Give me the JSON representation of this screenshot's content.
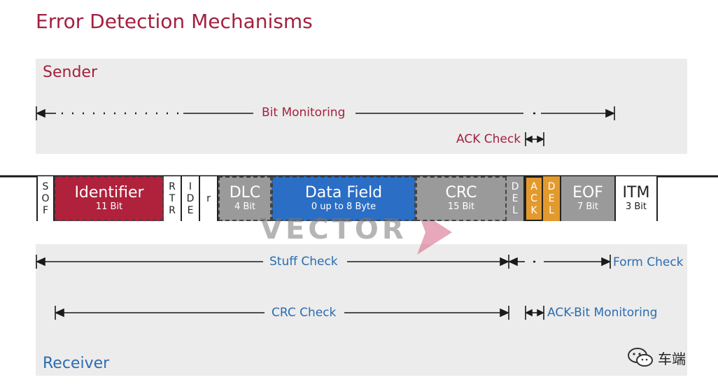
{
  "title": "Error Detection Mechanisms",
  "sender": {
    "label": "Sender",
    "bit_monitoring": "Bit Monitoring",
    "ack_check": "ACK Check"
  },
  "frame": {
    "sof": [
      "S",
      "O",
      "F"
    ],
    "identifier": {
      "name": "Identifier",
      "sub": "11 Bit"
    },
    "rtr": [
      "R",
      "T",
      "R"
    ],
    "ide": [
      "I",
      "D",
      "E"
    ],
    "r": "r",
    "dlc": {
      "name": "DLC",
      "sub": "4 Bit"
    },
    "data_field": {
      "name": "Data Field",
      "sub": "0 up to 8 Byte"
    },
    "crc": {
      "name": "CRC",
      "sub": "15 Bit"
    },
    "del1": [
      "D",
      "E",
      "L"
    ],
    "ack": [
      "A",
      "C",
      "K"
    ],
    "del2": [
      "D",
      "E",
      "L"
    ],
    "eof": {
      "name": "EOF",
      "sub": "7 Bit"
    },
    "itm": {
      "name": "ITM",
      "sub": "3 Bit"
    }
  },
  "watermark": "VECTOR",
  "receiver": {
    "label": "Receiver",
    "stuff_check": "Stuff Check",
    "form_check": "Form Check",
    "crc_check": "CRC Check",
    "ack_bit_monitoring": "ACK-Bit Monitoring"
  },
  "wechat": {
    "name": "车端"
  },
  "colors": {
    "title": "#a3203f",
    "identifier": "#b0213b",
    "data_field": "#2a6ec6",
    "gray_field": "#9a9a9a",
    "ack": "#e39a2d",
    "receiver_text": "#2b6cb0"
  }
}
